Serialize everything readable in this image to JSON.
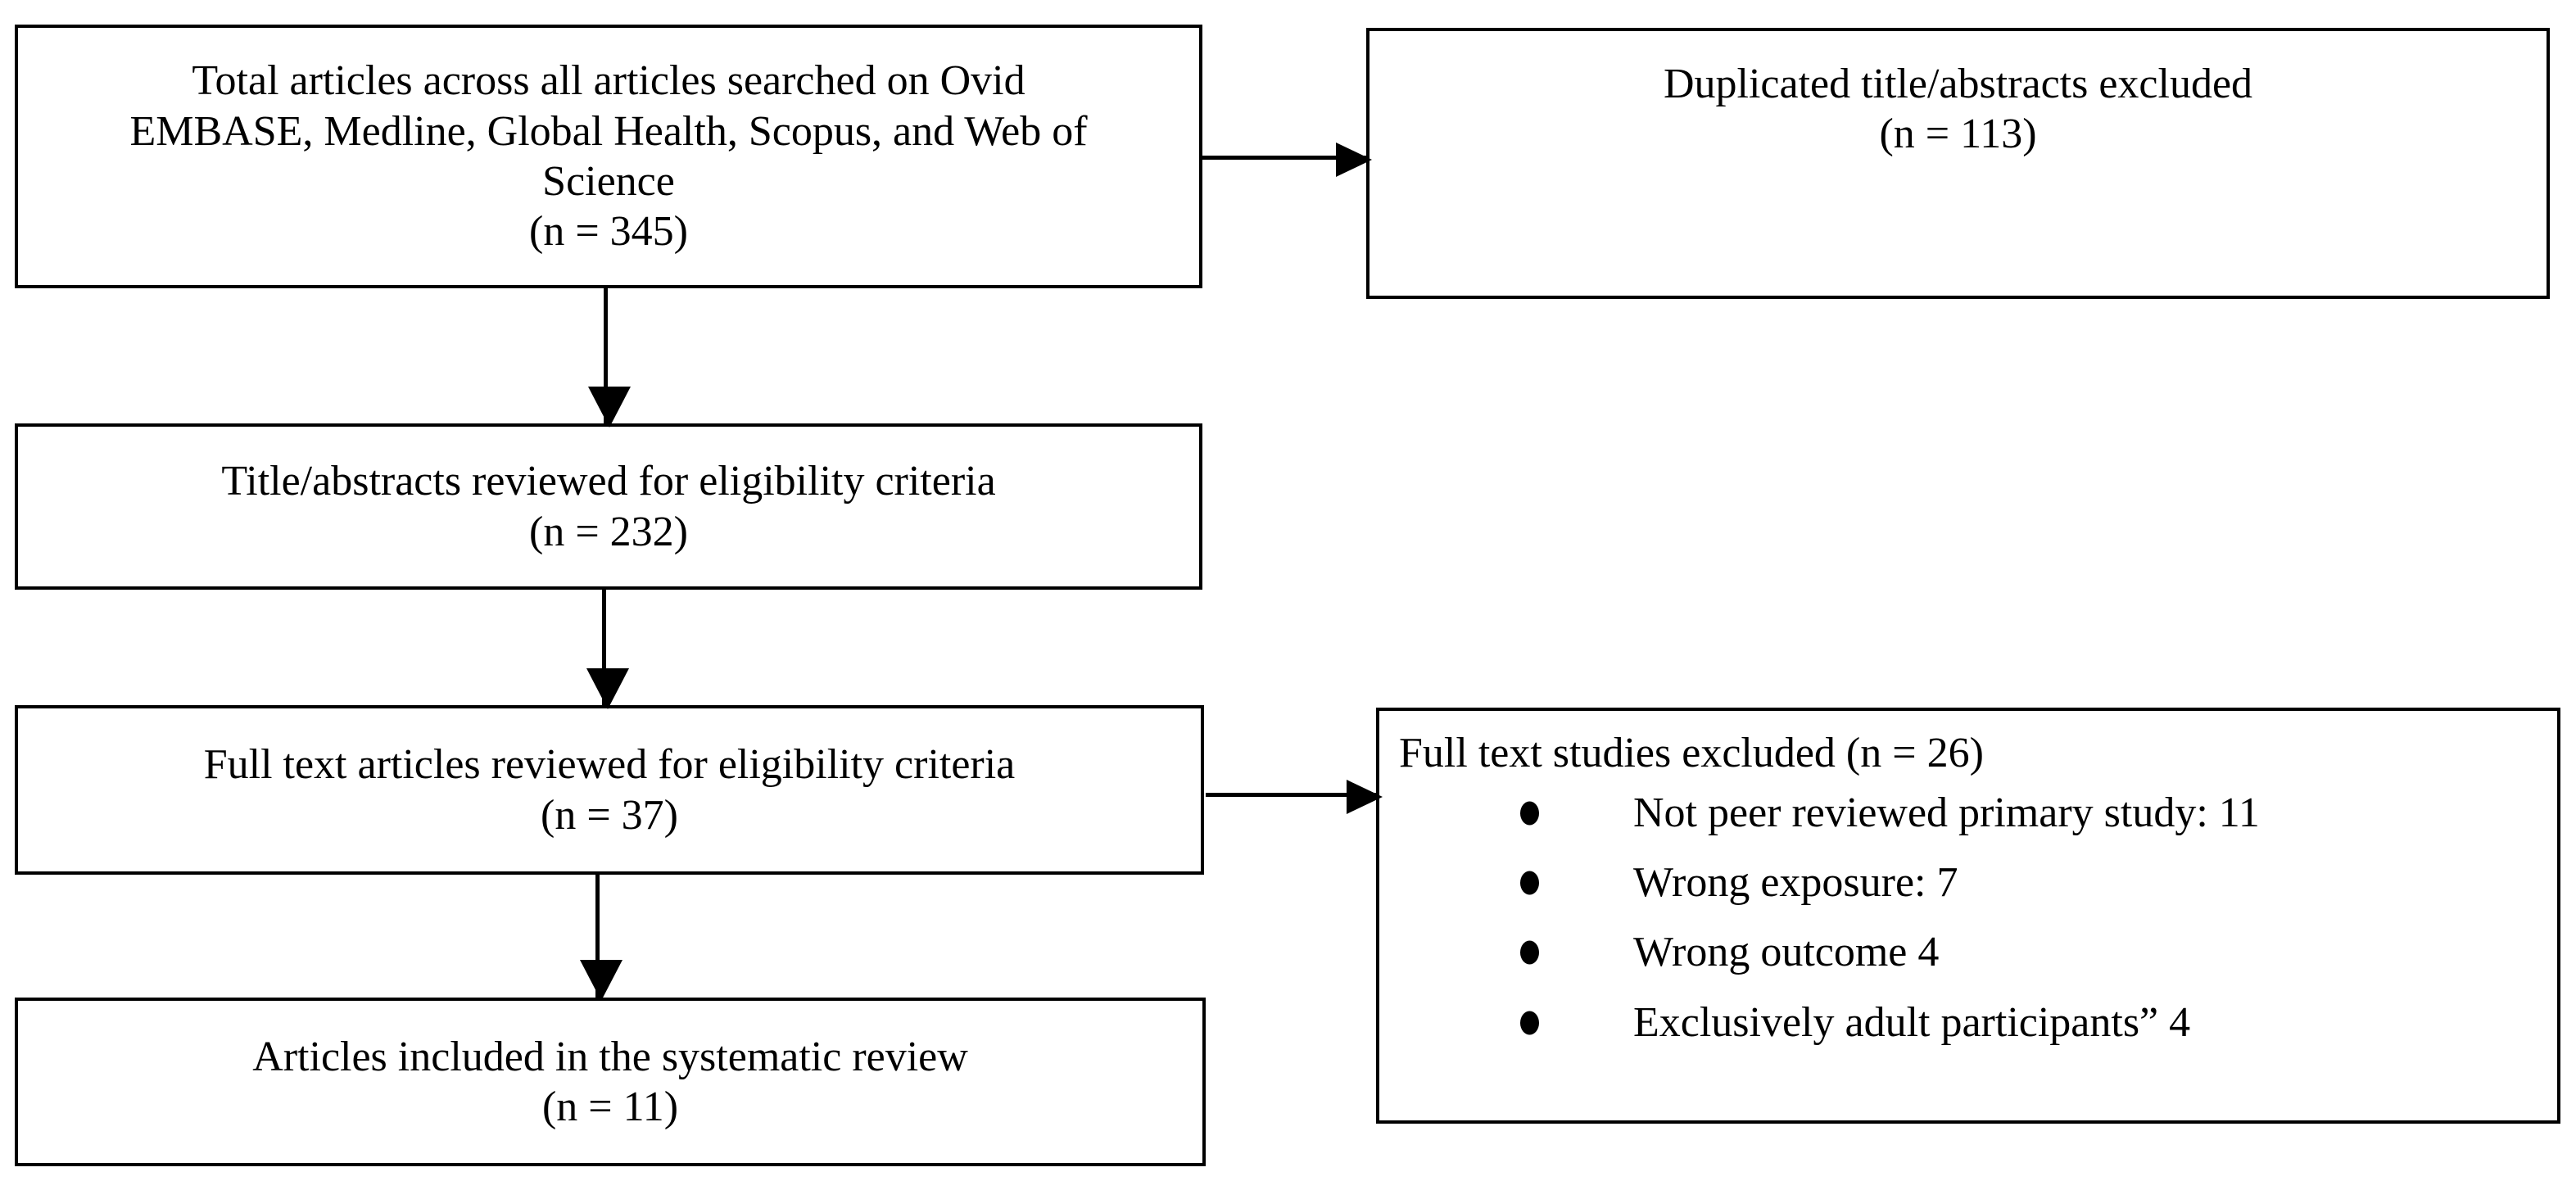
{
  "diagram": {
    "type": "prisma-flow-diagram",
    "boxes": {
      "sources": {
        "lines": [
          "Total articles across all articles searched on Ovid",
          "EMBASE, Medline, Global Health, Scopus, and Web of",
          "Science",
          "(n = 345)"
        ],
        "count": 345
      },
      "duplicates": {
        "lines": [
          "Duplicated title/abstracts excluded",
          "(n = 113)"
        ],
        "count": 113
      },
      "title_screen": {
        "lines": [
          "Title/abstracts reviewed for eligibility criteria",
          "(n = 232)"
        ],
        "count": 232
      },
      "fulltext_screen": {
        "lines": [
          "Full text articles reviewed for eligibility criteria",
          "(n = 37)"
        ],
        "count": 37
      },
      "fulltext_excluded": {
        "heading": "Full text studies excluded (n = 26)",
        "count": 26,
        "reasons": [
          "Not peer reviewed primary study: 11",
          "Wrong exposure: 7",
          "Wrong outcome 4",
          "Exclusively adult participants” 4"
        ]
      },
      "included": {
        "lines": [
          "Articles included in the systematic review",
          "(n = 11)"
        ],
        "count": 11
      }
    },
    "colors": {
      "border": "#000000",
      "text": "#000000",
      "background": "#ffffff"
    }
  }
}
